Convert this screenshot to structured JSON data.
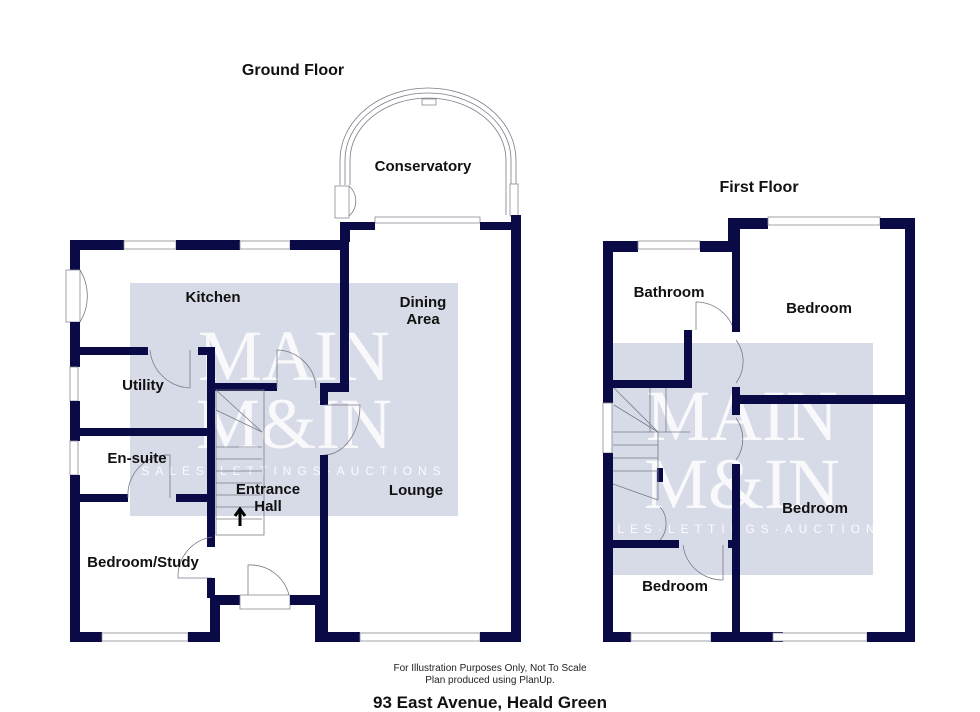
{
  "floors": {
    "ground": {
      "title": "Ground Floor",
      "rooms": {
        "conservatory": "Conservatory",
        "kitchen": "Kitchen",
        "dining_area_line1": "Dining",
        "dining_area_line2": "Area",
        "utility": "Utility",
        "en_suite": "En-suite",
        "entrance_hall_line1": "Entrance",
        "entrance_hall_line2": "Hall",
        "lounge": "Lounge",
        "bedroom_study": "Bedroom/Study"
      }
    },
    "first": {
      "title": "First Floor",
      "rooms": {
        "bathroom": "Bathroom",
        "bedroom_1": "Bedroom",
        "bedroom_2": "Bedroom",
        "bedroom_3": "Bedroom"
      }
    }
  },
  "watermark": {
    "line1": "MAIN",
    "line2": "M&IN",
    "tagline": "SALES·LETTINGS·AUCTIONS"
  },
  "footer": {
    "disclaimer": "For Illustration Purposes Only, Not To Scale",
    "credit": "Plan produced using PlanUp.",
    "address": "93 East Avenue, Heald Green"
  },
  "colors": {
    "wall": "#0a0a46",
    "watermark_bg": "#d7dbe8"
  }
}
